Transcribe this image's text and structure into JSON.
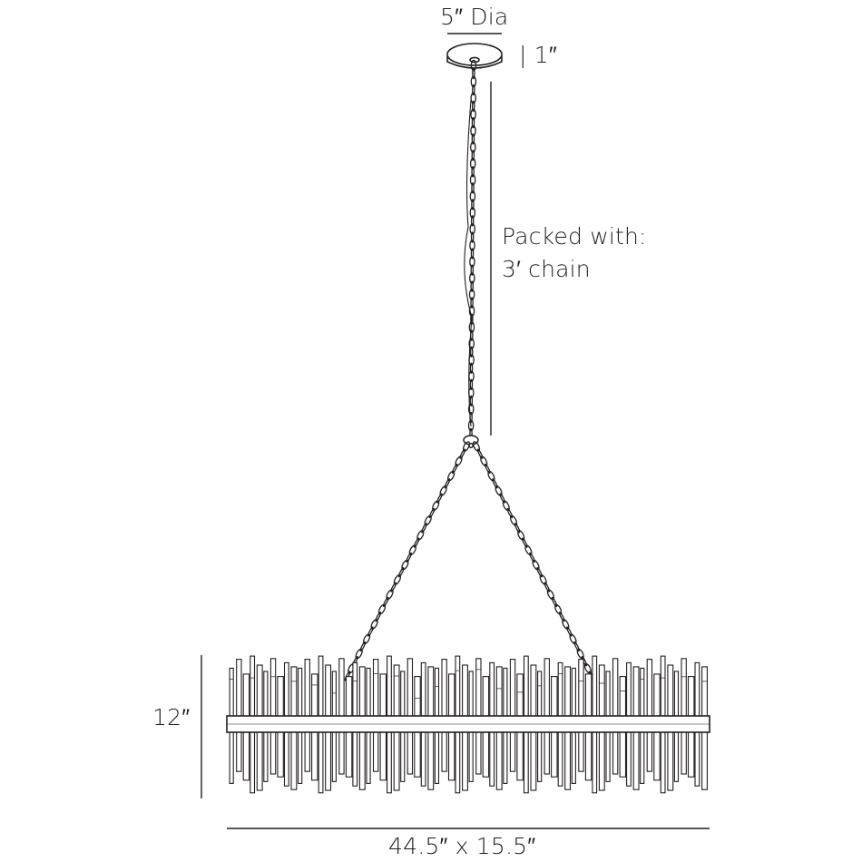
{
  "dimensions": {
    "canopy_diameter": "5″ Dia",
    "canopy_height": "| 1″",
    "chain_note_line1": "Packed with:",
    "chain_note_line2": "3′ chain",
    "fixture_height": "12″",
    "fixture_size": "44.5″ x 15.5″"
  },
  "colors": {
    "line": "#231f20",
    "background": "#ffffff"
  },
  "glass_rods": {
    "count": 70,
    "top_heights_pattern": [
      0.62,
      0.88,
      0.45,
      0.97,
      0.71,
      0.53,
      0.9,
      0.38,
      0.78,
      0.66
    ]
  }
}
